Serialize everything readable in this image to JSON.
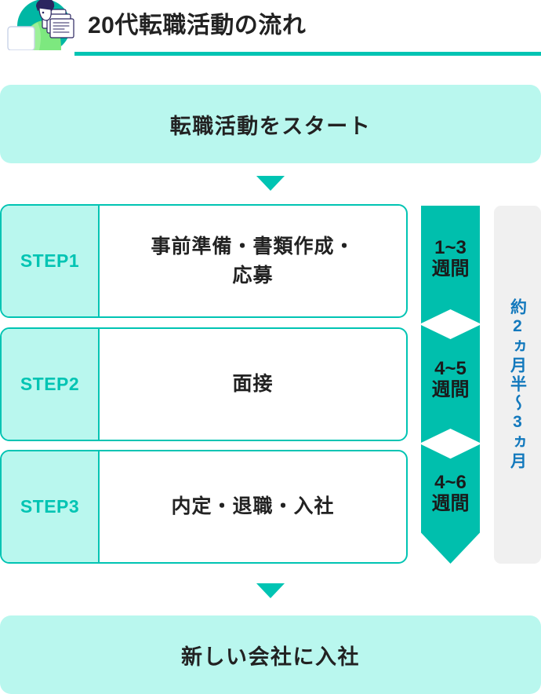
{
  "header": {
    "title": "20代転職活動の流れ",
    "illustration_name": "person-with-laptop-and-documents",
    "rule_color": "#00c4b3"
  },
  "flow": {
    "start_banner": "転職活動をスタート",
    "end_banner": "新しい会社に入社",
    "arrow_color": "#00c4b3",
    "banner_bg": "#b9f7ee"
  },
  "steps": [
    {
      "label": "STEP1",
      "text": "事前準備・書類作成・\n応募"
    },
    {
      "label": "STEP2",
      "text": "面接"
    },
    {
      "label": "STEP3",
      "text": "内定・退職・入社"
    }
  ],
  "durations": [
    {
      "amount": "1~3",
      "unit": "週間"
    },
    {
      "amount": "4~5",
      "unit": "週間"
    },
    {
      "amount": "4~6",
      "unit": "週間"
    }
  ],
  "total_duration": {
    "text": "約2ヵ月半〜3ヵ月",
    "color": "#1379bd",
    "panel_bg": "#f0f0f0"
  },
  "colors": {
    "accent_teal": "#00c4b3",
    "chevron_teal": "#00bfad",
    "mint": "#b9f7ee",
    "text_dark": "#222222"
  }
}
